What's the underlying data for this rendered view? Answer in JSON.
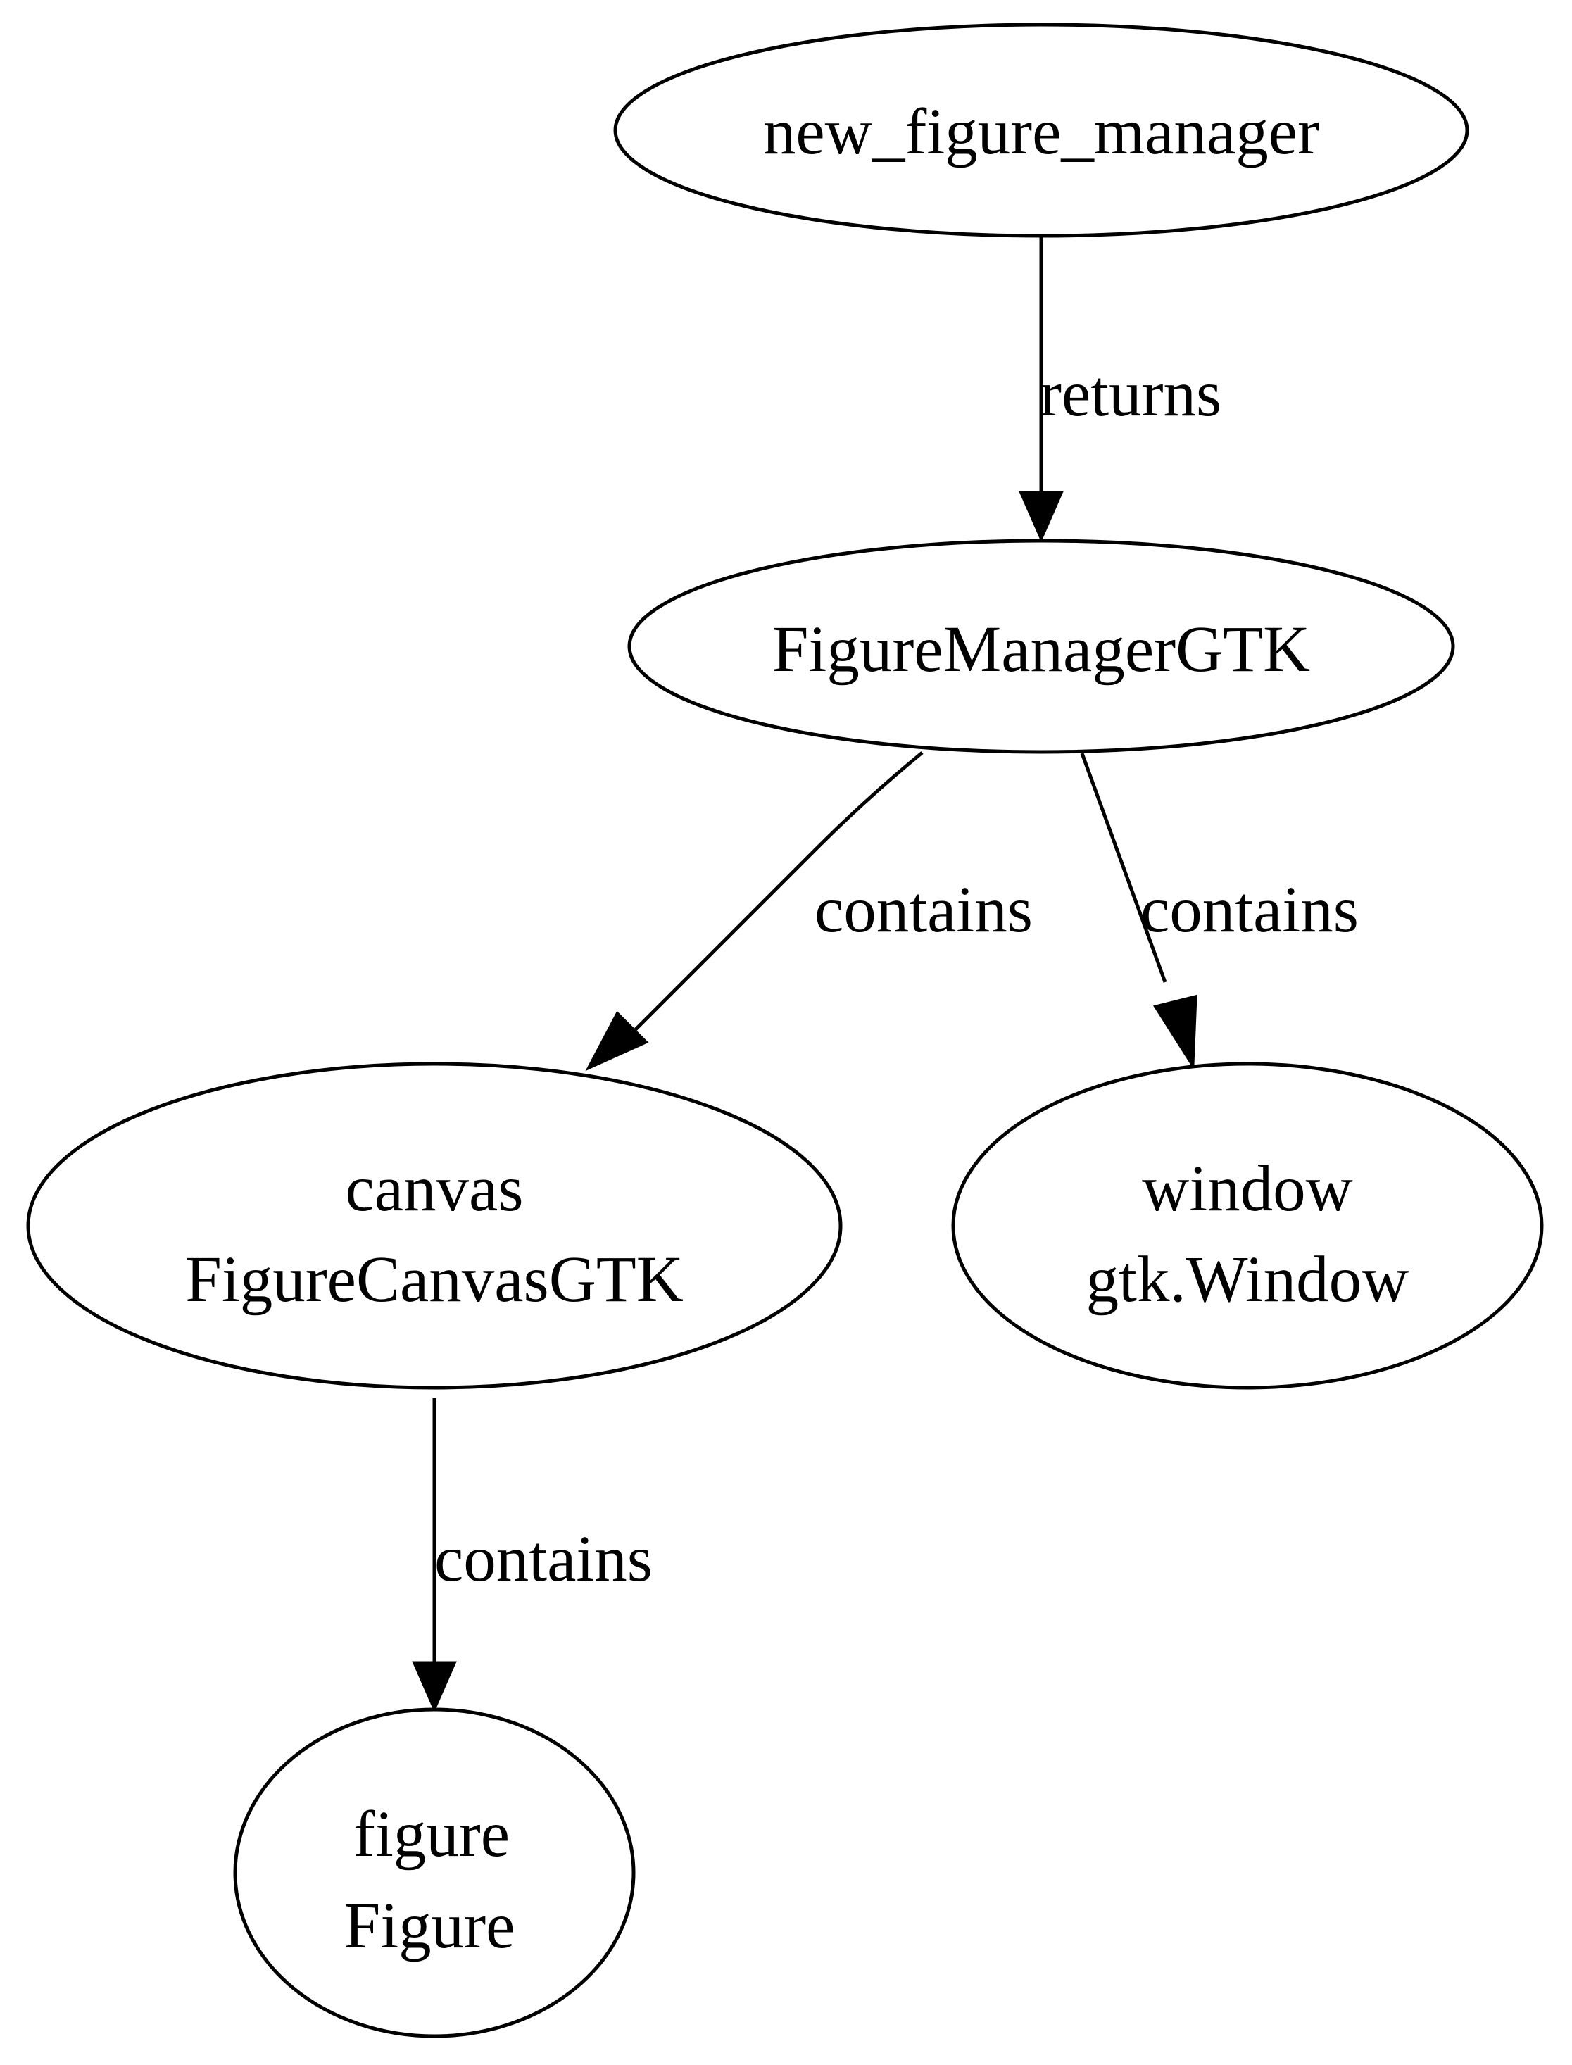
{
  "nodes": {
    "new_figure_manager": {
      "label": "new_figure_manager"
    },
    "figure_manager_gtk": {
      "label": "FigureManagerGTK"
    },
    "canvas": {
      "line1": "canvas",
      "line2": "FigureCanvasGTK"
    },
    "window": {
      "line1": "window",
      "line2": "gtk.Window"
    },
    "figure": {
      "line1": "figure",
      "line2": "Figure"
    }
  },
  "edges": {
    "returns": {
      "label": "returns"
    },
    "contains_canvas": {
      "label": "contains"
    },
    "contains_window": {
      "label": "contains"
    },
    "contains_figure": {
      "label": "contains"
    }
  }
}
